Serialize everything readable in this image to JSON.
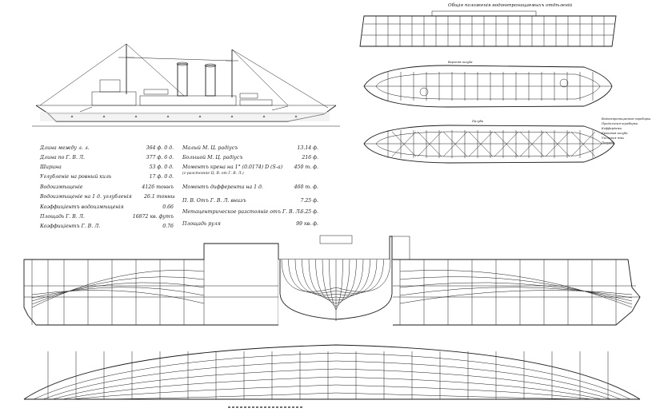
{
  "drawing": {
    "title": "Общія положенія водонепроницаемыхъ отдѣленій",
    "deck_label_upper": "Верхняя палуба",
    "deck_label_lower": "Палуба"
  },
  "specs_left": [
    {
      "label": "Длина между л. л.",
      "value": "364 ф. 0 д."
    },
    {
      "label": "Длина по Г. В. Л.",
      "value": "377 ф. 6 д."
    },
    {
      "label": "Ширина",
      "value": "53 ф. 0 д."
    },
    {
      "label": "Углубленіе на ровный киль",
      "value": "17 ф. 0 д."
    },
    {
      "label": "Водоизмѣщеніе",
      "value": "4126 тоннъ"
    },
    {
      "label": "Водоизмѣщеніе на 1 д. углубленія",
      "value": "26.1 тонны"
    },
    {
      "label": "Коэффиціентъ водоизмѣщенія",
      "value": "0.66"
    },
    {
      "label": "Площадь Г. В. Л.",
      "value": "16872 кв. футъ"
    },
    {
      "label": "Коэффиціентъ Г. В. Л.",
      "value": "0.76"
    }
  ],
  "specs_right": [
    {
      "label": "Малый М. Ц. радіусъ",
      "value": "13.14 ф."
    },
    {
      "label": "Большой М. Ц. радіусъ",
      "value": "216 ф."
    },
    {
      "label": "Моментъ крена на 1° (0.0174) D (S-a)",
      "value": "450 т. ф."
    },
    {
      "label": "(с-разстояніе Ц. В. от Г. В. Л.)",
      "value": ""
    },
    {
      "label": "Моментъ дифферента на 1 д.",
      "value": "460 т. ф."
    },
    {
      "label": "П. В. Отъ Г. В. Л. внизъ",
      "value": "7.25 ф."
    },
    {
      "label": "Метацентрическое разстояніе отъ Г. В. Л.",
      "value": "6.25 ф."
    },
    {
      "label": "Площадь руля",
      "value": "99 кв. ф."
    }
  ],
  "legend": [
    "Водонепроницаемыя переборки",
    "Продольныя переборки",
    "Коффердамы",
    "Броневая палуба",
    "Угольныя ямы",
    "Погреба"
  ]
}
